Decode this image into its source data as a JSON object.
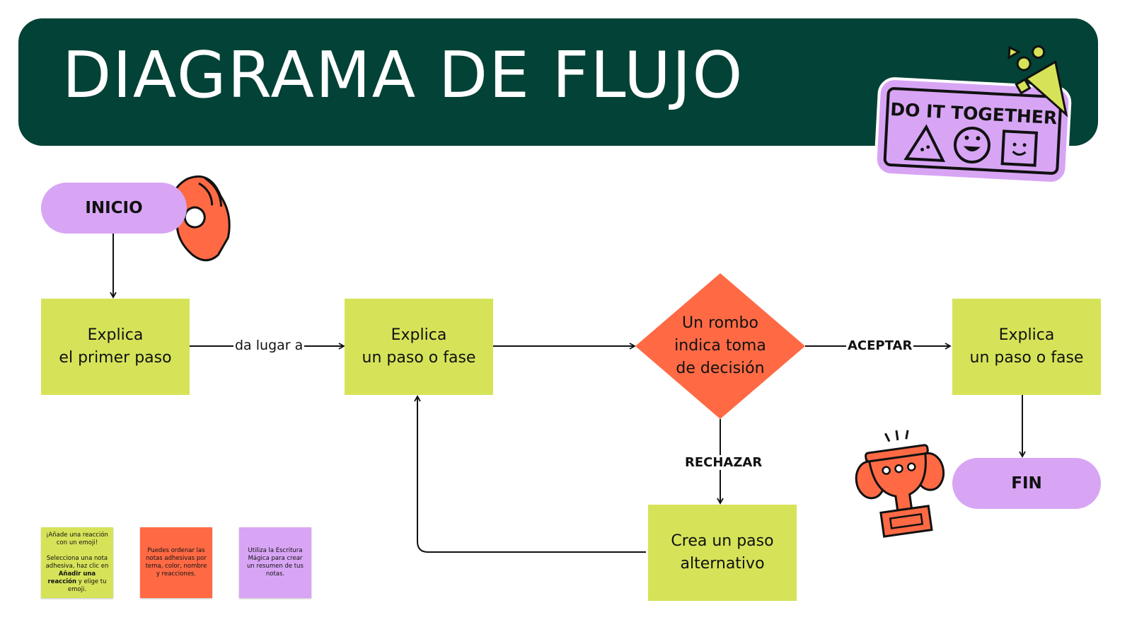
{
  "title": "DIAGRAMA DE FLUJO",
  "nodes": {
    "start": "INICIO",
    "step1": "Explica\nel primer paso",
    "step2": "Explica\nun paso o fase",
    "decision": "Un rombo\nindica toma\nde decisión",
    "step3": "Explica\nun paso o fase",
    "alt": "Crea un paso\nalternativo",
    "end": "FIN"
  },
  "edges": {
    "step1_to_step2": "da lugar a",
    "accept": "ACEPTAR",
    "reject": "RECHAZAR"
  },
  "sticker": {
    "text": "DO IT TOGETHER"
  },
  "notes": [
    {
      "line1": "¡Añade una reacción con un emoji!",
      "line2a": "Selecciona una nota adhesiva, haz clic en ",
      "line2b": "Añadir una reacción",
      "line2c": " y elige tu emoji."
    },
    {
      "text": "Puedes ordenar las notas adhesivas por tema, color, nombre y reacciones."
    },
    {
      "text": "Utiliza la Escritura Mágica para crear un resumen de tus notas."
    }
  ],
  "colors": {
    "header": "#034236",
    "box": "#d6e359",
    "pill": "#d8a5f5",
    "decision": "#ff6a45",
    "note1": "#d6e359",
    "note2": "#ff6a45",
    "note3": "#d8a5f5"
  }
}
